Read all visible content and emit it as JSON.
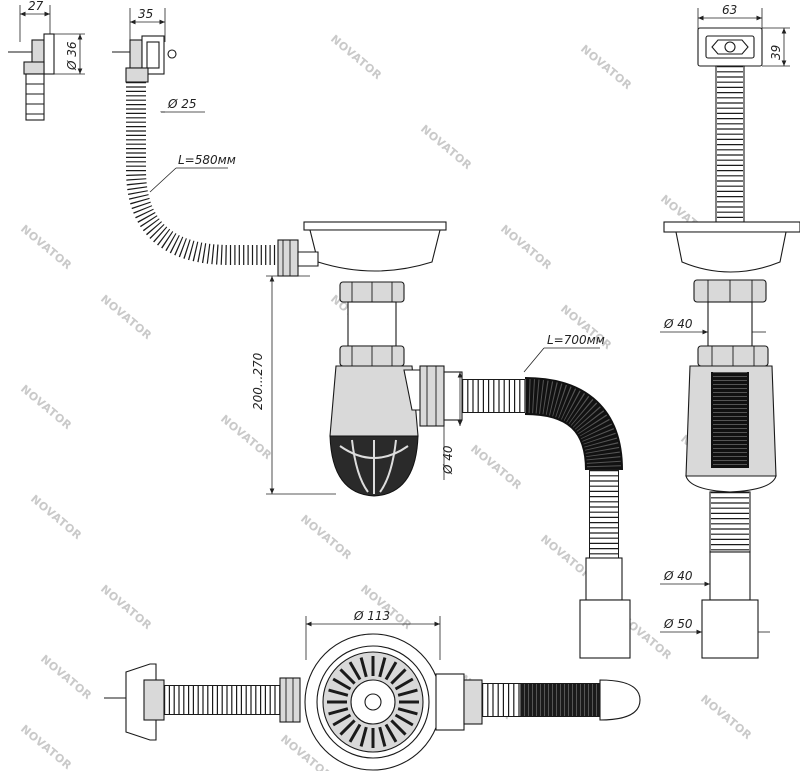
{
  "dimensions": {
    "width_27": "27",
    "width_35": "35",
    "width_63": "63",
    "height_39": "39",
    "dia_36": "Ø 36",
    "dia_25": "Ø 25",
    "length_580": "L=580мм",
    "length_700": "L=700мм",
    "height_200_270": "200...270",
    "dia_40_front": "Ø 40",
    "dia_40_side_top": "Ø 40",
    "dia_40_side_bottom": "Ø 40",
    "dia_50": "Ø 50",
    "dia_113": "Ø 113"
  },
  "watermark": "NOVATOR",
  "colors": {
    "line": "#1a1a1a",
    "body_fill": "#d9d9d9",
    "hose_dark": "#2a2a2a",
    "watermark": "#c9c9c9"
  }
}
